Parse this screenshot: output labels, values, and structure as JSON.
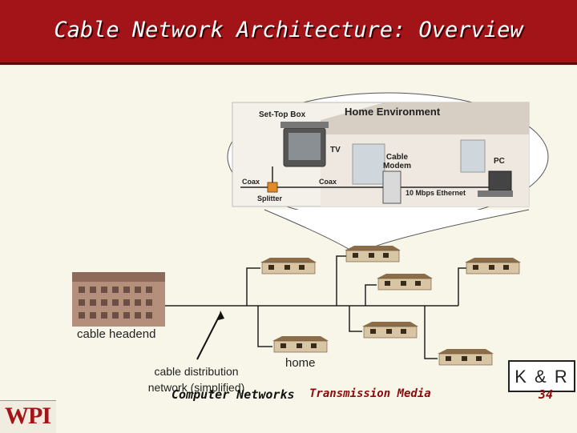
{
  "slide": {
    "title": "Cable Network Architecture: Overview"
  },
  "inset": {
    "set_top_box": "Set-Top Box",
    "home_environment": "Home Environment",
    "tv": "TV",
    "cable_modem": "Cable\nModem",
    "pc": "PC",
    "coax_left": "Coax",
    "coax_right": "Coax",
    "splitter": "Splitter",
    "ethernet": "10 Mbps Ethernet"
  },
  "labels": {
    "cable_headend": "cable headend",
    "distribution": "cable distribution\nnetwork (simplified)",
    "home": "home"
  },
  "footer": {
    "course": "Computer Networks",
    "topic": "Transmission Media",
    "page": "34",
    "kr": "K & R",
    "logo": "WPI"
  },
  "colors": {
    "title_bg": "#a31418",
    "accent": "#8b0a0c"
  }
}
